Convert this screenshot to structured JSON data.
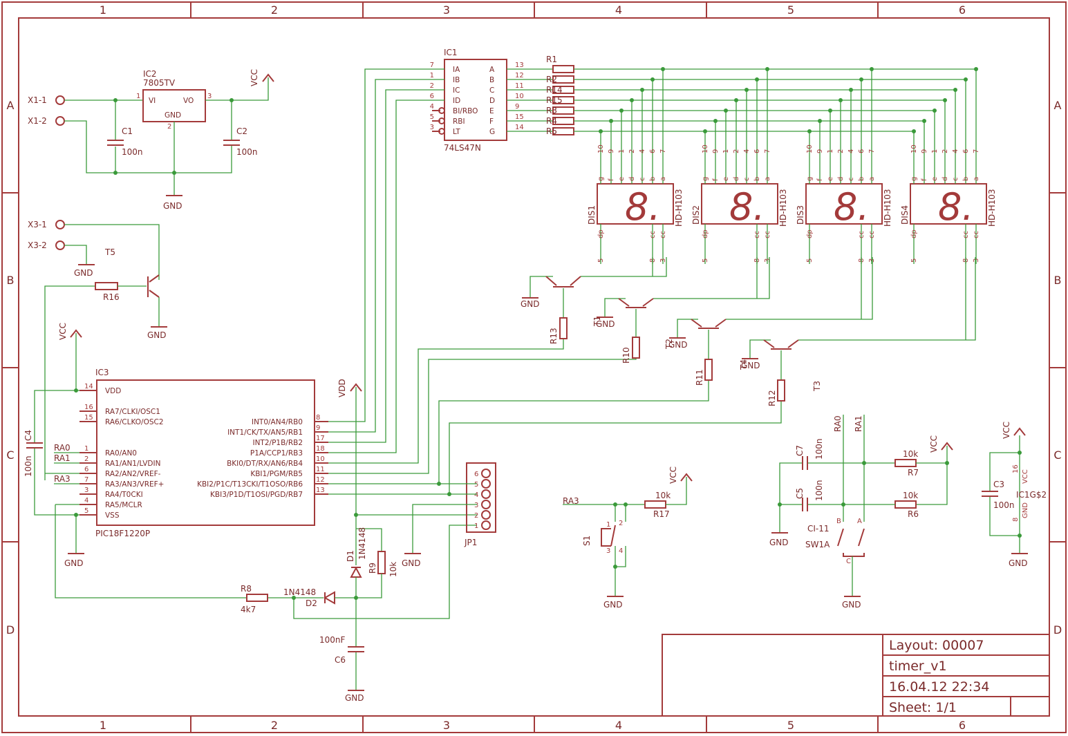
{
  "grid": {
    "cols": [
      "1",
      "2",
      "3",
      "4",
      "5",
      "6"
    ],
    "rows": [
      "A",
      "B",
      "C",
      "D"
    ]
  },
  "title_block": {
    "layout": "Layout: 00007",
    "name": "timer_v1",
    "date": "16.04.12  22:34",
    "sheet": "Sheet: 1/1"
  },
  "connectors": {
    "x1_1": "X1-1",
    "x1_2": "X1-2",
    "x3_1": "X3-1",
    "x3_2": "X3-2"
  },
  "power": {
    "vcc": "VCC",
    "gnd": "GND",
    "vdd": "VDD"
  },
  "ic2": {
    "name": "IC2",
    "value": "7805TV",
    "vi": "VI",
    "vo": "VO",
    "gnd": "GND",
    "p1": "1",
    "p2": "2",
    "p3": "3"
  },
  "caps": {
    "c1": "C1",
    "c1v": "100n",
    "c2": "C2",
    "c2v": "100n",
    "c3": "C3",
    "c3v": "100n",
    "c4": "C4",
    "c4v": "100n",
    "c5": "C5",
    "c5v": "100n",
    "c6": "C6",
    "c6v": "100nF",
    "c7": "C7",
    "c7v": "100n"
  },
  "ic1": {
    "name": "IC1",
    "value": "74LS47N",
    "inputs": [
      {
        "num": "7",
        "name": "IA"
      },
      {
        "num": "1",
        "name": "IB"
      },
      {
        "num": "2",
        "name": "IC"
      },
      {
        "num": "6",
        "name": "ID"
      },
      {
        "num": "4",
        "name": "BI/RBO"
      },
      {
        "num": "5",
        "name": "RBI"
      },
      {
        "num": "3",
        "name": "LT"
      }
    ],
    "outputs": [
      {
        "num": "13",
        "name": "A"
      },
      {
        "num": "12",
        "name": "B"
      },
      {
        "num": "11",
        "name": "C"
      },
      {
        "num": "10",
        "name": "D"
      },
      {
        "num": "9",
        "name": "E"
      },
      {
        "num": "15",
        "name": "F"
      },
      {
        "num": "14",
        "name": "G"
      }
    ]
  },
  "seg_resistors": [
    "R1",
    "R2",
    "R14",
    "R15",
    "R3",
    "R4",
    "R5"
  ],
  "displays": [
    {
      "name": "DIS1",
      "type": "HD-H103",
      "glyph": "8."
    },
    {
      "name": "DIS2",
      "type": "HD-H103",
      "glyph": "8."
    },
    {
      "name": "DIS3",
      "type": "HD-H103",
      "glyph": "8."
    },
    {
      "name": "DIS4",
      "type": "HD-H103",
      "glyph": "8."
    }
  ],
  "display_top_pins": [
    "10",
    "9",
    "1",
    "2",
    "4",
    "6",
    "7"
  ],
  "display_top_letters": [
    "g",
    "f",
    "e",
    "d",
    "c",
    "b",
    "a"
  ],
  "display_bottom_pins": [
    "5",
    "8",
    "3"
  ],
  "display_bottom_letters": [
    "dp",
    "cc",
    "cc"
  ],
  "transistors": {
    "t1": "T1",
    "t2": "T2",
    "t3": "T3",
    "t4": "T4",
    "t5": "T5"
  },
  "resistors": {
    "r6": "R6",
    "r6v": "10k",
    "r7": "R7",
    "r7v": "10k",
    "r8": "R8",
    "r8v": "4k7",
    "r9": "R9",
    "r9v": "10k",
    "r10": "R10",
    "r11": "R11",
    "r12": "R12",
    "r13": "R13",
    "r16": "R16",
    "r17": "R17",
    "r17v": "10k"
  },
  "ic3": {
    "name": "IC3",
    "value": "PIC18F1220P",
    "left": [
      {
        "num": "14",
        "name": "VDD"
      },
      {
        "num": "16",
        "name": "RA7/CLKI/OSC1"
      },
      {
        "num": "15",
        "name": "RA6/CLKO/OSC2"
      },
      {
        "num": "1",
        "name": "RA0/AN0"
      },
      {
        "num": "2",
        "name": "RA1/AN1/LVDIN"
      },
      {
        "num": "6",
        "name": "RA2/AN2/VREF-"
      },
      {
        "num": "7",
        "name": "RA3/AN3/VREF+"
      },
      {
        "num": "3",
        "name": "RA4/T0CKI"
      },
      {
        "num": "4",
        "name": "RA5/MCLR"
      },
      {
        "num": "5",
        "name": "VSS"
      }
    ],
    "right": [
      {
        "num": "8",
        "name": "INT0/AN4/RB0"
      },
      {
        "num": "9",
        "name": "INT1/CK/TX/AN5/RB1"
      },
      {
        "num": "17",
        "name": "INT2/P1B/RB2"
      },
      {
        "num": "18",
        "name": "P1A/CCP1/RB3"
      },
      {
        "num": "10",
        "name": "BKI0/DT/RX/AN6/RB4"
      },
      {
        "num": "11",
        "name": "KBI1/PGM/RB5"
      },
      {
        "num": "12",
        "name": "KBI2/P1C/T13CKI/T1OSO/RB6"
      },
      {
        "num": "13",
        "name": "KBI3/P1D/T1OSI/PGD/RB7"
      }
    ]
  },
  "net_labels": {
    "ra0": "RA0",
    "ra1": "RA1",
    "ra3": "RA3"
  },
  "jp1": {
    "name": "JP1",
    "pins": [
      "6",
      "5",
      "4",
      "3",
      "2",
      "1"
    ]
  },
  "diodes": {
    "d1": "D1",
    "d1v": "1N4148",
    "d2": "D2",
    "d2v": "1N4148"
  },
  "s1": {
    "name": "S1",
    "p1": "1",
    "p2": "2",
    "p3": "3",
    "p4": "4"
  },
  "sw1": {
    "name": "SW1A",
    "type": "CI-11",
    "a": "A",
    "b": "B",
    "c": "C"
  },
  "ic1g": {
    "name": "IC1G$2",
    "vcc": "VCC",
    "gnd": "GND",
    "p16": "16",
    "p8": "8"
  }
}
